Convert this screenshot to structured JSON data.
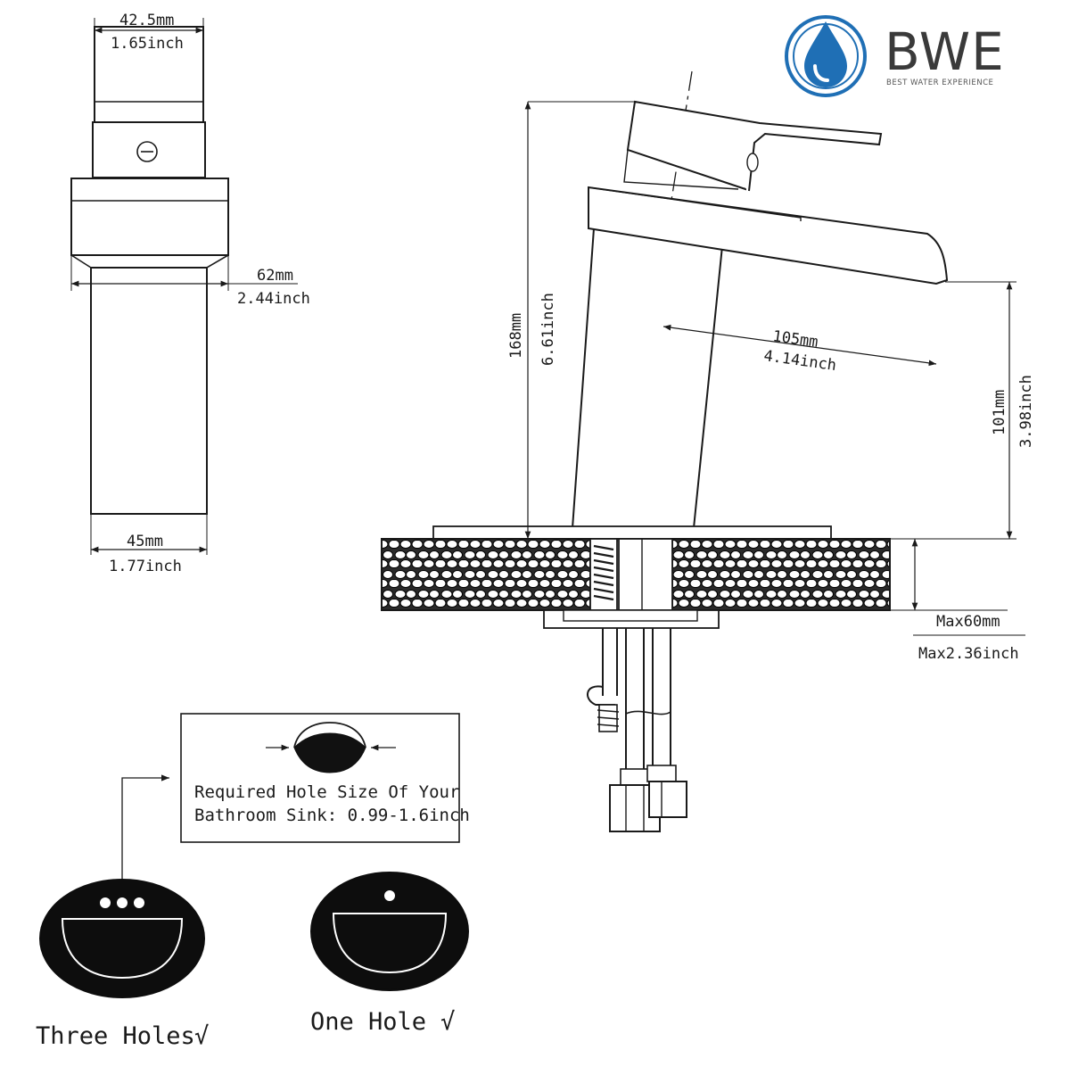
{
  "brand": {
    "name": "BWE",
    "tagline": "BEST WATER EXPERIENCE",
    "color": "#1f6fb5"
  },
  "side_view": {
    "handle_width": {
      "mm": "42.5mm",
      "inch": "1.65inch"
    },
    "body_depth": {
      "mm": "62mm",
      "inch": "2.44inch"
    },
    "base_width": {
      "mm": "45mm",
      "inch": "1.77inch"
    }
  },
  "front_view": {
    "total_height": {
      "mm": "168mm",
      "inch": "6.61inch"
    },
    "spout_reach": {
      "mm": "105mm",
      "inch": "4.14inch"
    },
    "spout_height": {
      "mm": "101mm",
      "inch": "3.98inch"
    },
    "deck_thickness": {
      "mm": "Max60mm",
      "inch": "Max2.36inch"
    }
  },
  "hole_note": {
    "line1": "Required Hole Size Of Your",
    "line2": "Bathroom Sink: 0.99-1.6inch"
  },
  "sinks": {
    "three_holes": "Three Holes",
    "one_hole": "One Hole",
    "check": "√"
  }
}
